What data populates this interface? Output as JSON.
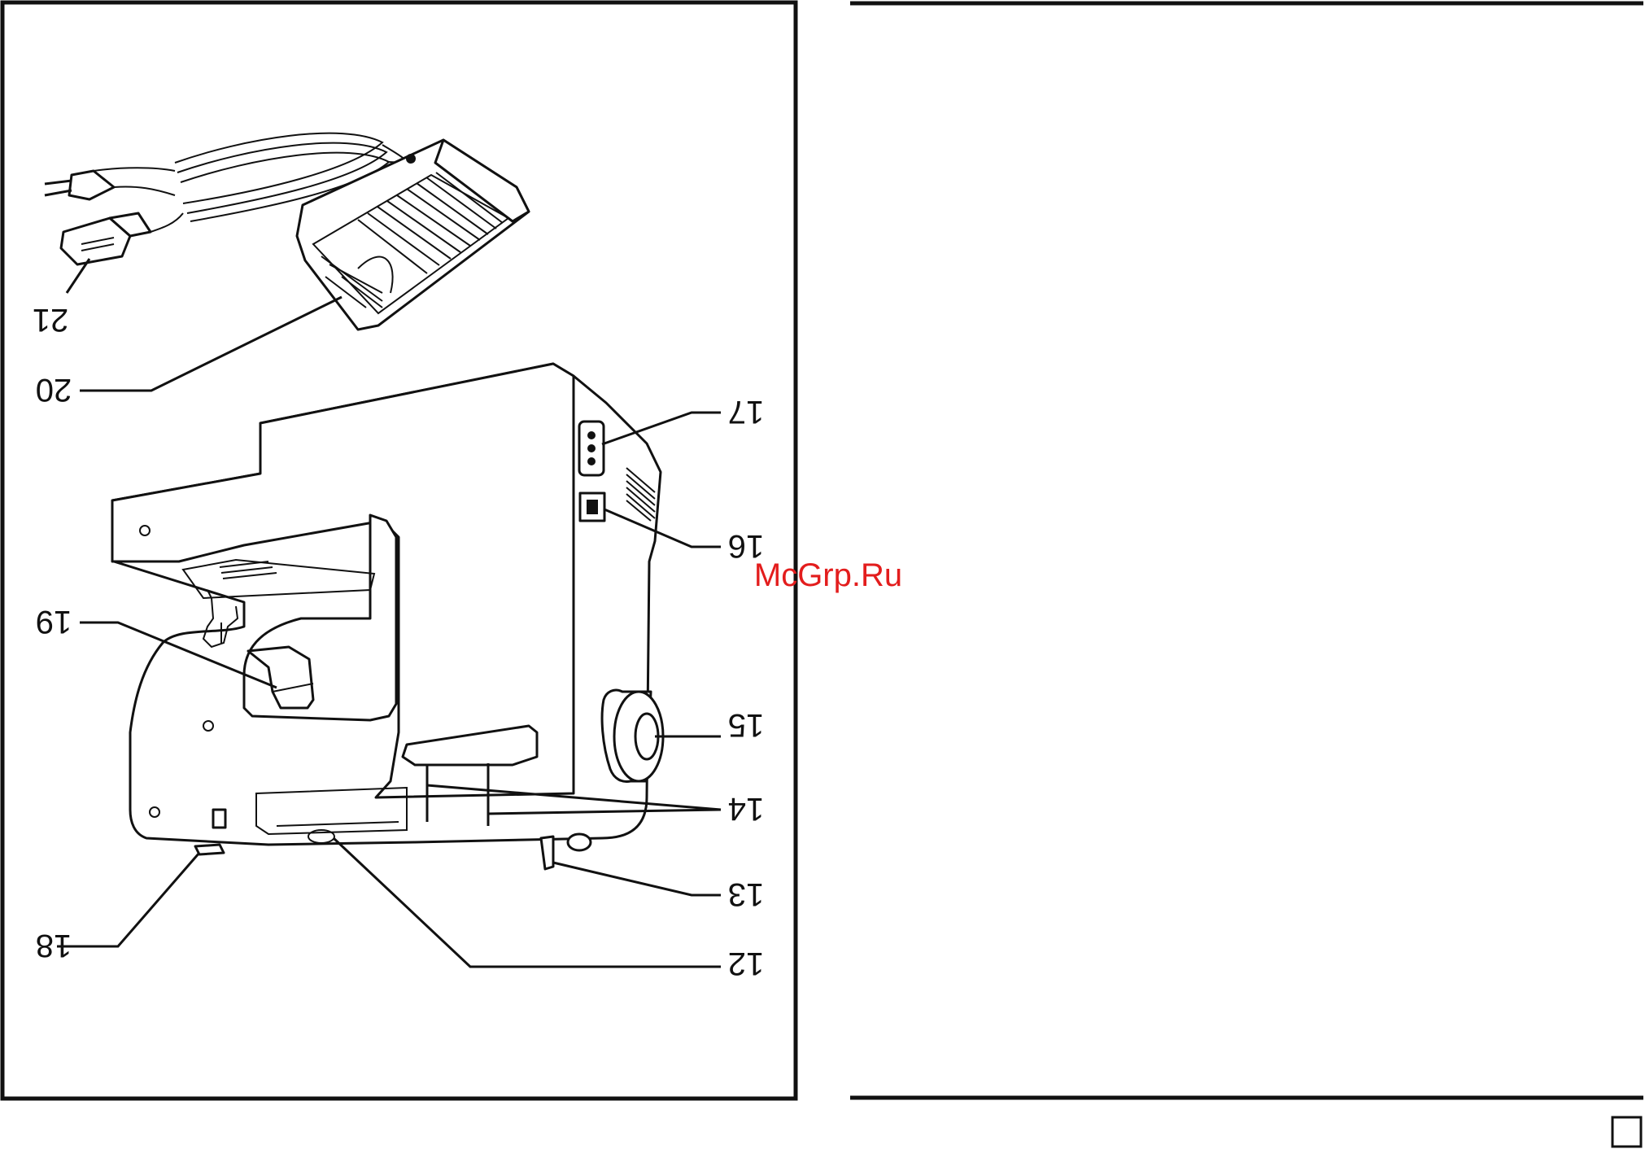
{
  "diagram": {
    "callouts": {
      "c12": "12",
      "c13": "13",
      "c14": "14",
      "c15": "15",
      "c16": "16",
      "c17": "17",
      "c18": "18",
      "c19": "19",
      "c20": "20",
      "c21": "21"
    }
  },
  "watermark": "McGrp.Ru"
}
